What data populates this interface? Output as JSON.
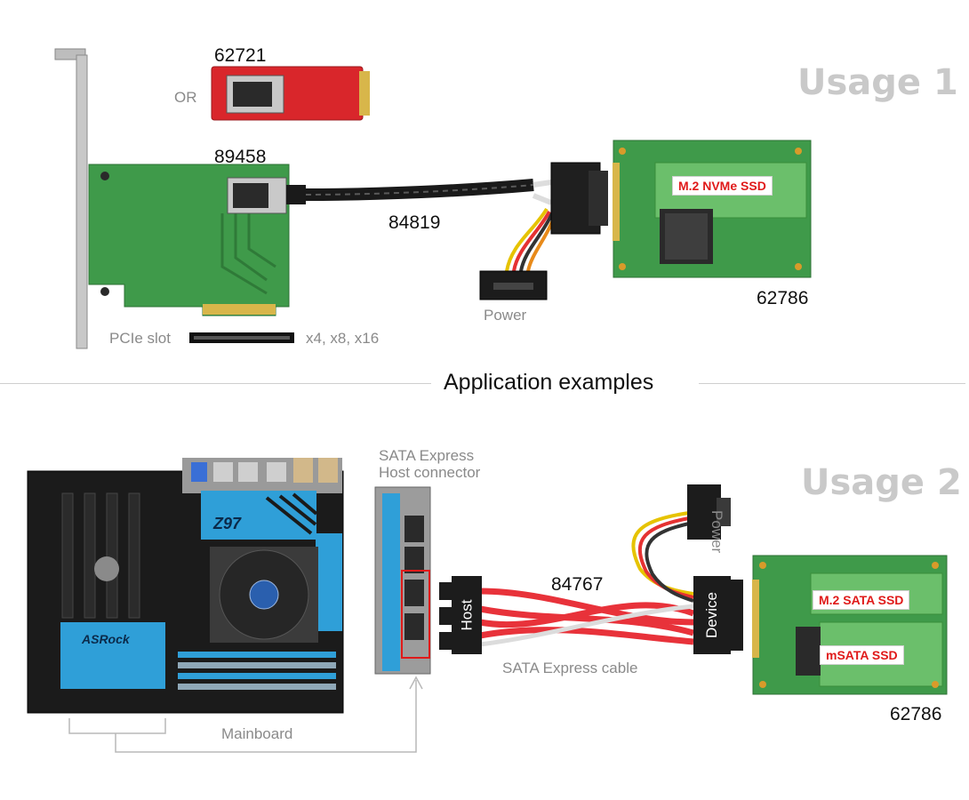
{
  "usage1": {
    "title": "Usage 1",
    "card_62721": "62721",
    "or_label": "OR",
    "card_89458": "89458",
    "cable_84819": "84819",
    "power_label": "Power",
    "pcie_slot_label": "PCIe slot",
    "pcie_widths": "x4, x8, x16",
    "adapter_62786": "62786",
    "ssd_label": "M.2 NVMe SSD"
  },
  "divider_title": "Application examples",
  "usage2": {
    "title": "Usage 2",
    "host_connector_line1": "SATA Express",
    "host_connector_line2": "Host connector",
    "cable_84767": "84767",
    "host_label": "Host",
    "device_label": "Device",
    "power_label": "Power",
    "cable_label": "SATA Express cable",
    "mainboard_label": "Mainboard",
    "adapter_62786": "62786",
    "ssd1_label": "M.2 SATA SSD",
    "ssd2_label": "mSATA SSD",
    "board_logo_z97": "Z97",
    "board_logo_asrock": "ASRock"
  },
  "colors": {
    "pcb_green": "#3f9a4a",
    "card_red": "#d9262b",
    "cable_red": "#e8323a",
    "usage_gray": "#c9c9c9",
    "heatsink_blue": "#2f9fd8"
  }
}
